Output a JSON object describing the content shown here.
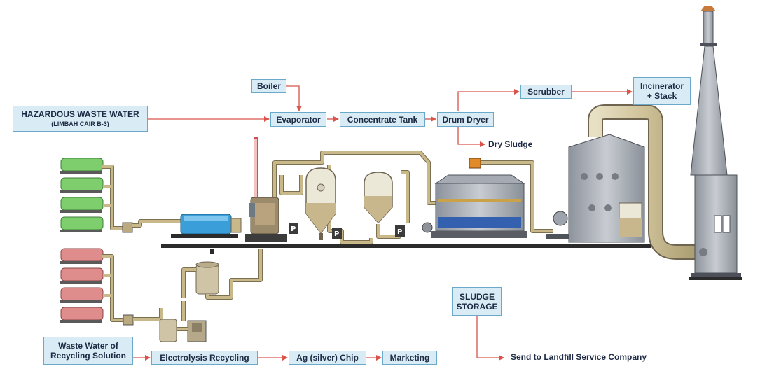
{
  "labels": {
    "hazardous_title": "HAZARDOUS WASTE WATER",
    "hazardous_sub": "(LIMBAH CAIR B-3)",
    "boiler": "Boiler",
    "evaporator": "Evaporator",
    "concentrate_tank": "Concentrate Tank",
    "drum_dryer": "Drum Dryer",
    "scrubber": "Scrubber",
    "incinerator_line1": "Incinerator",
    "incinerator_line2": "+ Stack",
    "dry_sludge": "Dry Sludge",
    "waste_line1": "Waste Water of",
    "waste_line2": "Recycling Solution",
    "electrolysis": "Electrolysis Recycling",
    "ag_chip": "Ag (silver) Chip",
    "marketing": "Marketing",
    "sludge_line1": "SLUDGE",
    "sludge_line2": "STORAGE",
    "send_landfill": "Send to Landfill Service Company",
    "pump_letter": "P"
  },
  "colors": {
    "label_fill": "#d9ecf5",
    "label_border": "#6aa9c9",
    "arrow": "#d9534a",
    "green_tank": "#7fce6e",
    "red_tank": "#df8c8c",
    "blue_tank": "#3a9fd8",
    "pipe": "#c9b88a",
    "steel": "#9ea4ad"
  }
}
